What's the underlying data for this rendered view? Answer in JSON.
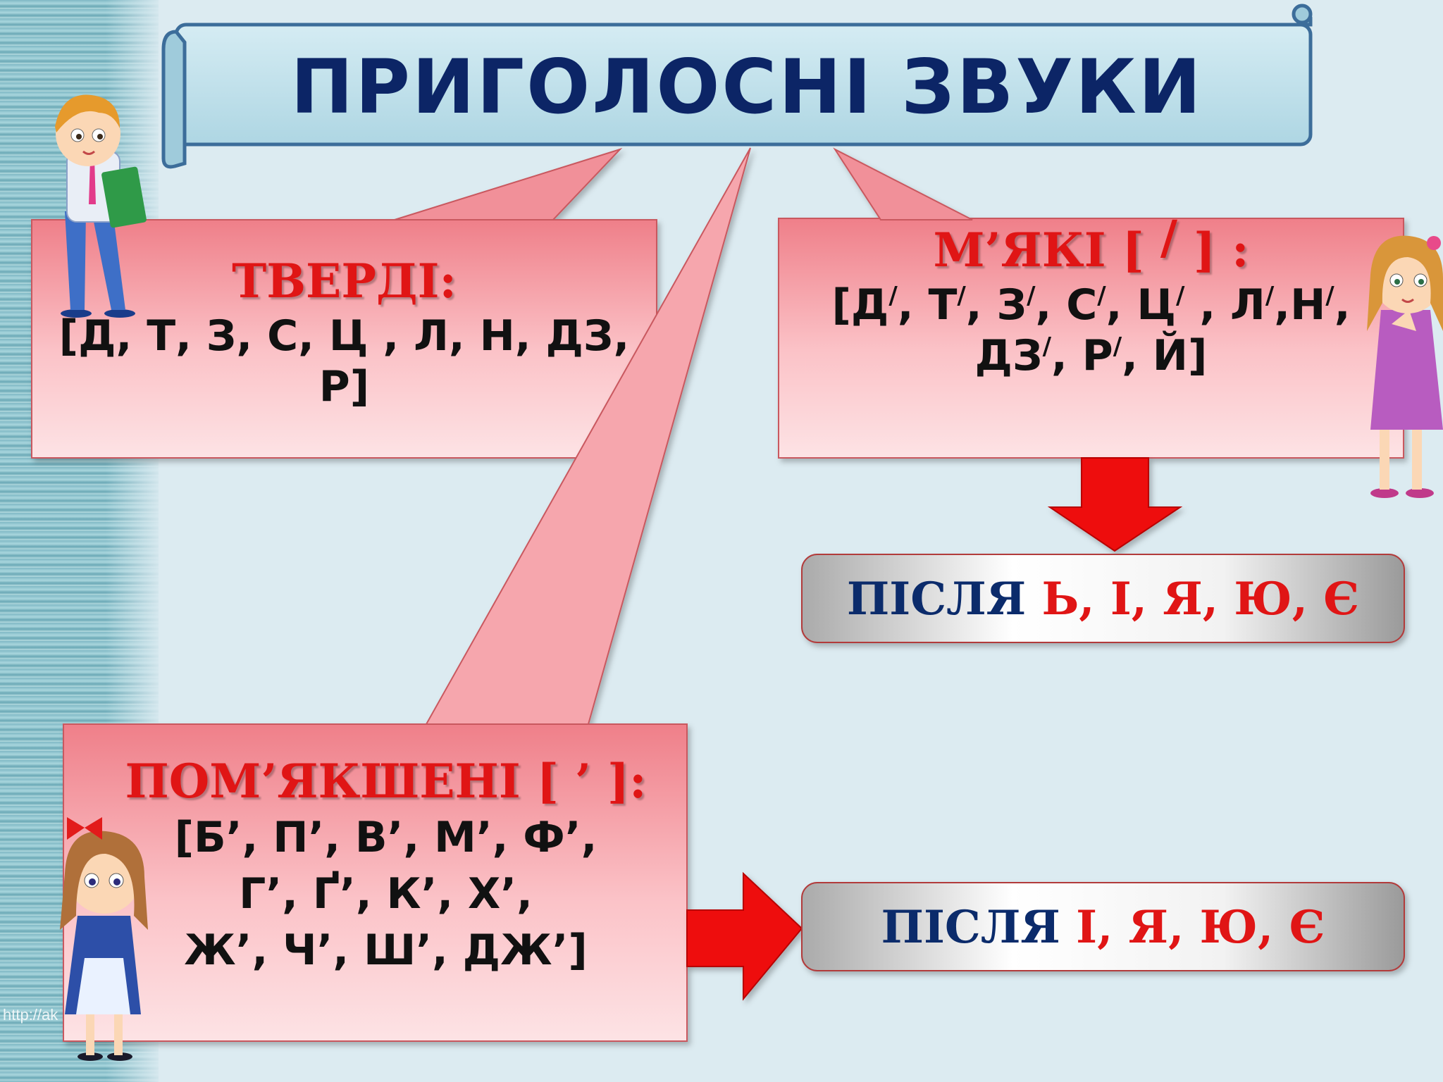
{
  "title": "ПРИГОЛОСНІ ЗВУКИ",
  "hard": {
    "heading": "ТВЕРДІ:",
    "sounds": "[Д, Т, З, С, Ц , Л, Н, ДЗ, Р]"
  },
  "soft": {
    "heading_start": "М’ЯКІ [ ",
    "heading_mark": "/",
    "heading_end": " ] :",
    "line1": [
      {
        "t": "[Д"
      },
      {
        "s": "/"
      },
      {
        "t": ", Т"
      },
      {
        "s": "/"
      },
      {
        "t": ", З"
      },
      {
        "s": "/"
      },
      {
        "t": ", С"
      },
      {
        "s": "/"
      },
      {
        "t": ", Ц"
      },
      {
        "s": "/"
      },
      {
        "t": " , Л"
      },
      {
        "s": "/"
      },
      {
        "t": ",Н"
      },
      {
        "s": "/"
      },
      {
        "t": ","
      }
    ],
    "line2": [
      {
        "t": "ДЗ"
      },
      {
        "s": "/"
      },
      {
        "t": ", Р"
      },
      {
        "s": "/"
      },
      {
        "t": ", Й]"
      }
    ]
  },
  "softened": {
    "heading": "ПОМ’ЯКШЕНІ [ ’ ]:",
    "line1": "[Б’, П’, В’, М’, Ф’,",
    "line2": "Г’, Ґ’, К’, Х’,",
    "line3": "Ж’, Ч’, Ш’, ДЖ’]"
  },
  "soft_after": {
    "label": "ПІСЛЯ",
    "letters": "Ь, І, Я, Ю, Є"
  },
  "softened_after": {
    "label": "ПІСЛЯ",
    "letters": "І, Я, Ю, Є"
  },
  "watermark": "http://ak",
  "colors": {
    "background": "#dcebf1",
    "title_banner": "#bfe0ea",
    "title_text": "#0c2566",
    "box_fill": "#f7a3ab",
    "heading_red": "#e01515",
    "arrow_red": "#ee1111",
    "pill_label": "#0b2b6b"
  }
}
